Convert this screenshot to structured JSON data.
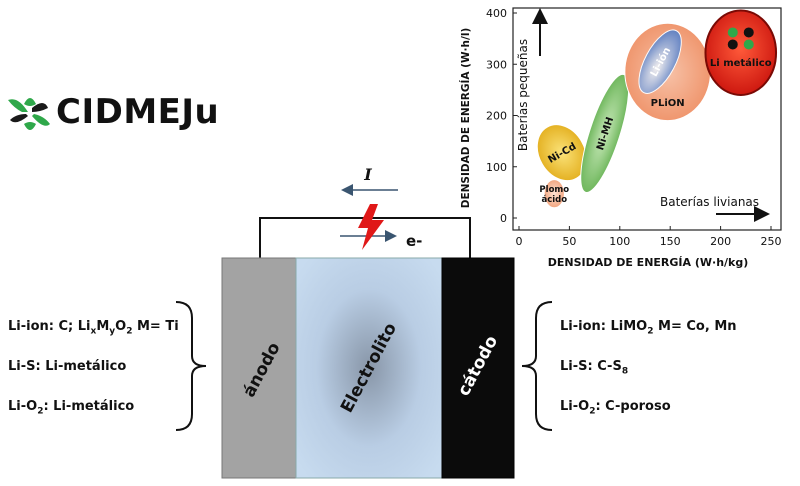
{
  "logo": {
    "text": "CIDMEJu",
    "icon": "leaf-cross-icon"
  },
  "battery": {
    "anode": "ánodo",
    "electrolyte": "Electrolito",
    "cathode": "cátodo",
    "current_label": "I",
    "electron_label": "e-",
    "bolt_icon": "lightning-bolt-icon"
  },
  "anode_materials": [
    {
      "prefix": "Li-ion: C; Li",
      "sub1": "x",
      "mid1": "M",
      "sub2": "y",
      "mid2": "O",
      "sub3": "2",
      "suffix": " M= Ti"
    },
    {
      "prefix": "Li-S: Li-metálico"
    },
    {
      "prefix": "Li-O",
      "sub1": "2",
      "mid1": ": Li-metálico"
    }
  ],
  "cathode_materials": [
    {
      "prefix": "Li-ion: LiMO",
      "sub1": "2",
      "mid1": " M= Co, Mn"
    },
    {
      "prefix": "Li-S: C-S",
      "sub1": "8"
    },
    {
      "prefix": "Li-O",
      "sub1": "2",
      "mid1": ": C-poroso"
    }
  ],
  "colors": {
    "anode": "#a3a3a3",
    "electrolyte": "#a9c8e8",
    "cathode": "#0b0b0b",
    "bolt": "#e01818",
    "li_metal": "#e8251a",
    "plion": "#f2a07a",
    "li_ion": "#6a8fd0",
    "ni_mh": "#7cc46a",
    "ni_cd": "#f0c020",
    "plomo": "#f5b08e",
    "logo_green": "#2fa84a"
  },
  "chart_data": {
    "type": "scatter",
    "xlabel": "DENSIDAD DE ENERGÍA (W·h/kg)",
    "ylabel": "DENSIDAD DE ENERGÍA (W·h/l)",
    "xlim": [
      0,
      250
    ],
    "ylim": [
      0,
      400
    ],
    "x_ticks": [
      0,
      50,
      100,
      150,
      200,
      250
    ],
    "y_ticks": [
      0,
      100,
      200,
      300,
      400
    ],
    "grid": false,
    "annotations": [
      {
        "text": "Baterías pequeñas",
        "direction": "up"
      },
      {
        "text": "Baterías livianas",
        "direction": "right"
      }
    ],
    "regions": [
      {
        "name": "Plomo ácido",
        "lines": [
          "Plomo",
          "ácido"
        ],
        "x": [
          25,
          45
        ],
        "y": [
          20,
          75
        ],
        "angle": 0,
        "color": "plomo"
      },
      {
        "name": "Ni-Cd",
        "lines": [
          "Ni-Cd"
        ],
        "x": [
          20,
          65
        ],
        "y": [
          70,
          185
        ],
        "angle": -30,
        "color": "ni_cd"
      },
      {
        "name": "Ni-MH",
        "lines": [
          "Ni-MH"
        ],
        "x": [
          65,
          105
        ],
        "y": [
          50,
          280
        ],
        "angle": -72,
        "color": "ni_mh"
      },
      {
        "name": "PLiON",
        "lines": [
          "PLiON"
        ],
        "x": [
          105,
          190
        ],
        "y": [
          190,
          380
        ],
        "angle": 0,
        "color": "plion"
      },
      {
        "name": "Li-ión",
        "lines": [
          "Li-ión"
        ],
        "x": [
          120,
          160
        ],
        "y": [
          240,
          370
        ],
        "angle": -62,
        "color": "li_ion"
      },
      {
        "name": "Li metálico",
        "lines": [
          "Li metálico"
        ],
        "x": [
          185,
          255
        ],
        "y": [
          240,
          405
        ],
        "angle": 0,
        "color": "li_metal"
      }
    ]
  }
}
